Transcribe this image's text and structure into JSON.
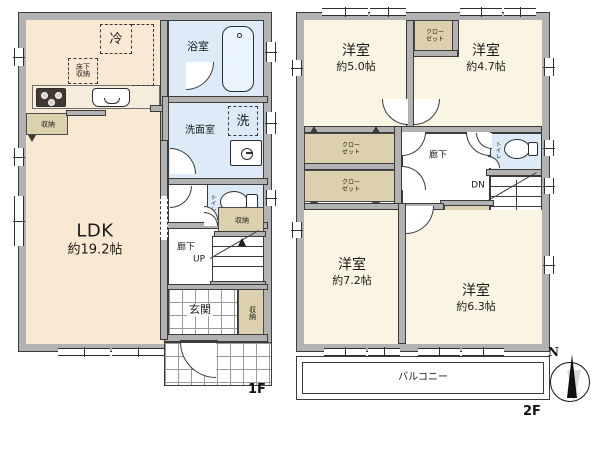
{
  "document": {
    "type": "floor-plan",
    "title": "2-story house floor plan (1F / 2F)",
    "language": "ja"
  },
  "colors": {
    "ldk_fill": "#f9e8d2",
    "room_fill": "#faf5e2",
    "water_fill": "#dcebf7",
    "closet_fill": "#ddd0ad",
    "wall": "#b2b2b2",
    "wall_outline": "#3b3b3b",
    "text": "#1a1a1a",
    "background": "#ffffff"
  },
  "floor1": {
    "tag": "1F",
    "rooms": [
      {
        "id": "ldk",
        "name": "LDK",
        "area": "約19.2帖"
      },
      {
        "id": "bath",
        "name": "浴室",
        "area": ""
      },
      {
        "id": "washroom",
        "name": "洗面室",
        "area": ""
      },
      {
        "id": "toilet",
        "name": "トイレ",
        "area": ""
      },
      {
        "id": "hall",
        "name": "廊下",
        "area": ""
      },
      {
        "id": "entrance",
        "name": "玄関",
        "area": ""
      }
    ],
    "markers": [
      {
        "id": "fridge",
        "label": "冷",
        "kind": "dashed-box"
      },
      {
        "id": "under-floor-store",
        "label": "床下\n収納",
        "line1": "床下",
        "line2": "収納",
        "kind": "dashed-box"
      },
      {
        "id": "washer",
        "label": "洗",
        "kind": "dashed-box"
      }
    ],
    "storages": [
      {
        "id": "storage-kitchen",
        "label": "収納"
      },
      {
        "id": "storage-hall",
        "label": "収納"
      },
      {
        "id": "storage-entry",
        "label": "収納"
      }
    ],
    "stairs": {
      "direction_label": "UP"
    },
    "fixtures": [
      "bathtub",
      "stove",
      "sink",
      "toilet-bowl",
      "wash-basin"
    ]
  },
  "floor2": {
    "tag": "2F",
    "rooms": [
      {
        "id": "room-top-left",
        "name": "洋室",
        "area": "約5.0帖"
      },
      {
        "id": "room-top-right",
        "name": "洋室",
        "area": "約4.7帖"
      },
      {
        "id": "room-bottom-left",
        "name": "洋室",
        "area": "約7.2帖"
      },
      {
        "id": "room-bottom-right",
        "name": "洋室",
        "area": "約6.3帖"
      },
      {
        "id": "hall",
        "name": "廊下",
        "area": ""
      },
      {
        "id": "toilet",
        "name": "トイレ",
        "area": ""
      }
    ],
    "closets": [
      {
        "id": "closet-top-center",
        "line1": "クロー",
        "line2": "ゼット"
      },
      {
        "id": "closet-left-upper",
        "line1": "クロー",
        "line2": "ゼット"
      },
      {
        "id": "closet-left-lower",
        "line1": "クロー",
        "line2": "ゼット"
      },
      {
        "id": "closet-center",
        "line1": "クロー",
        "line2": "ゼット"
      }
    ],
    "stairs": {
      "direction_label": "DN"
    },
    "balcony": {
      "label": "バルコニー"
    }
  },
  "compass": {
    "north_label": "N"
  }
}
